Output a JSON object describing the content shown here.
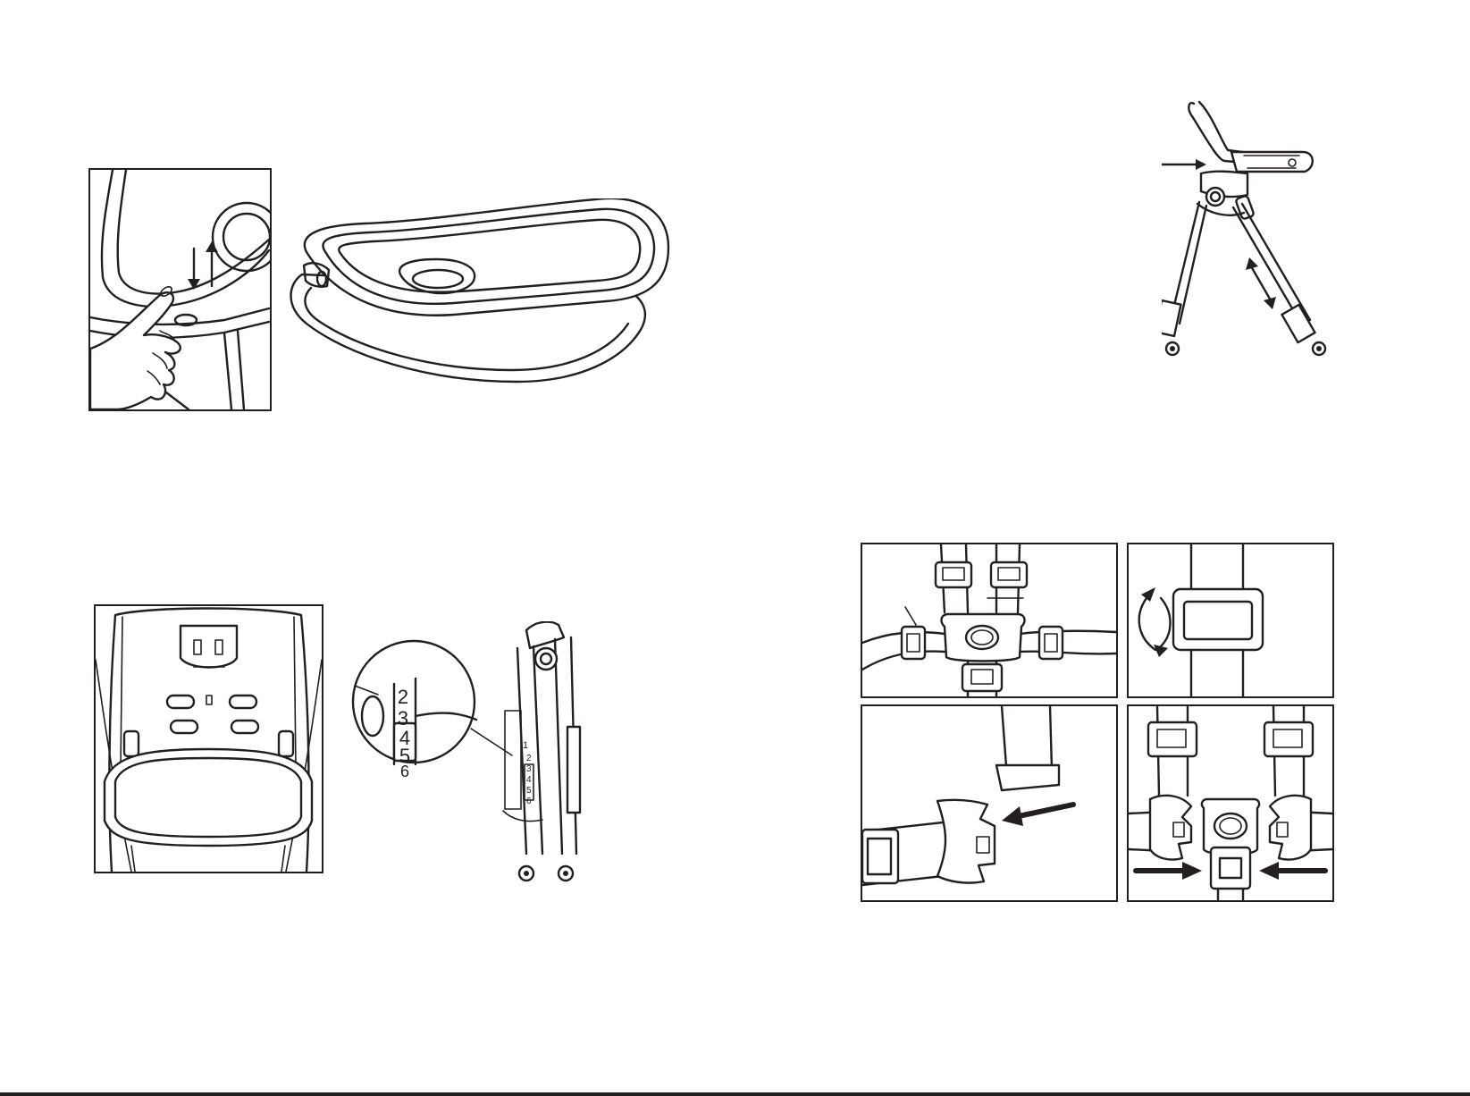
{
  "page": {
    "description_free": true,
    "colors": {
      "line": "#231f20",
      "background": "#ffffff"
    }
  },
  "figures": {
    "tray_lock": {
      "icon": "arrow-up-down-icon"
    },
    "tray": {
      "icon": "tray-illustration"
    },
    "highchair_side": {
      "icon": "arrow-right-icon"
    },
    "seat_back": {
      "icon": "seat-illustration"
    },
    "height_detail": {
      "zoom_numbers": [
        "2",
        "3",
        "4",
        "5",
        "6"
      ],
      "frame_numbers": [
        "1",
        "2",
        "3",
        "4",
        "5",
        "6"
      ]
    },
    "harness_panels": [
      {
        "name": "harness-overview",
        "icon": "harness-icon"
      },
      {
        "name": "strap-adjust",
        "icon": "rotate-arrows-icon"
      },
      {
        "name": "buckle-insert",
        "icon": "arrow-left-icon"
      },
      {
        "name": "buckle-close",
        "icon": "arrows-inward-icon"
      }
    ]
  }
}
